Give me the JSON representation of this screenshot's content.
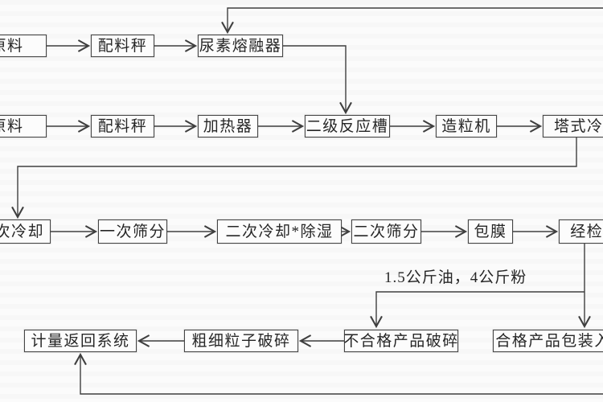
{
  "diagram": {
    "type": "process-flowchart",
    "language": "zh-CN",
    "nodes": {
      "raw_material_1": "原料",
      "batching_scale_1": "配料秤",
      "urea_melter": "尿素熔融器",
      "raw_material_2": "原料",
      "batching_scale_2": "配料秤",
      "heater": "加热器",
      "secondary_reaction_tank": "二级反应槽",
      "granulator": "造粒机",
      "tower_cooling": "塔式冷却",
      "primary_cooling": "一次冷却",
      "primary_screening": "一次筛分",
      "secondary_cooling_dehumidify": "二次冷却*除湿",
      "secondary_screening": "二次筛分",
      "coating": "包膜",
      "inspection": "经检验",
      "metering_return_system": "计量返回系统",
      "coarse_fine_particle_crushing": "粗细粒子破碎",
      "reject_product_crushing": "不合格产品破碎",
      "qualified_product_packing": "合格产品包装入"
    },
    "annotations": {
      "ratio_label": "1.5公斤油，4公斤粉"
    },
    "colors": {
      "line": "#3f3f3f",
      "box_border": "#454545",
      "text": "#262626",
      "background": "#fbfbfb"
    }
  }
}
